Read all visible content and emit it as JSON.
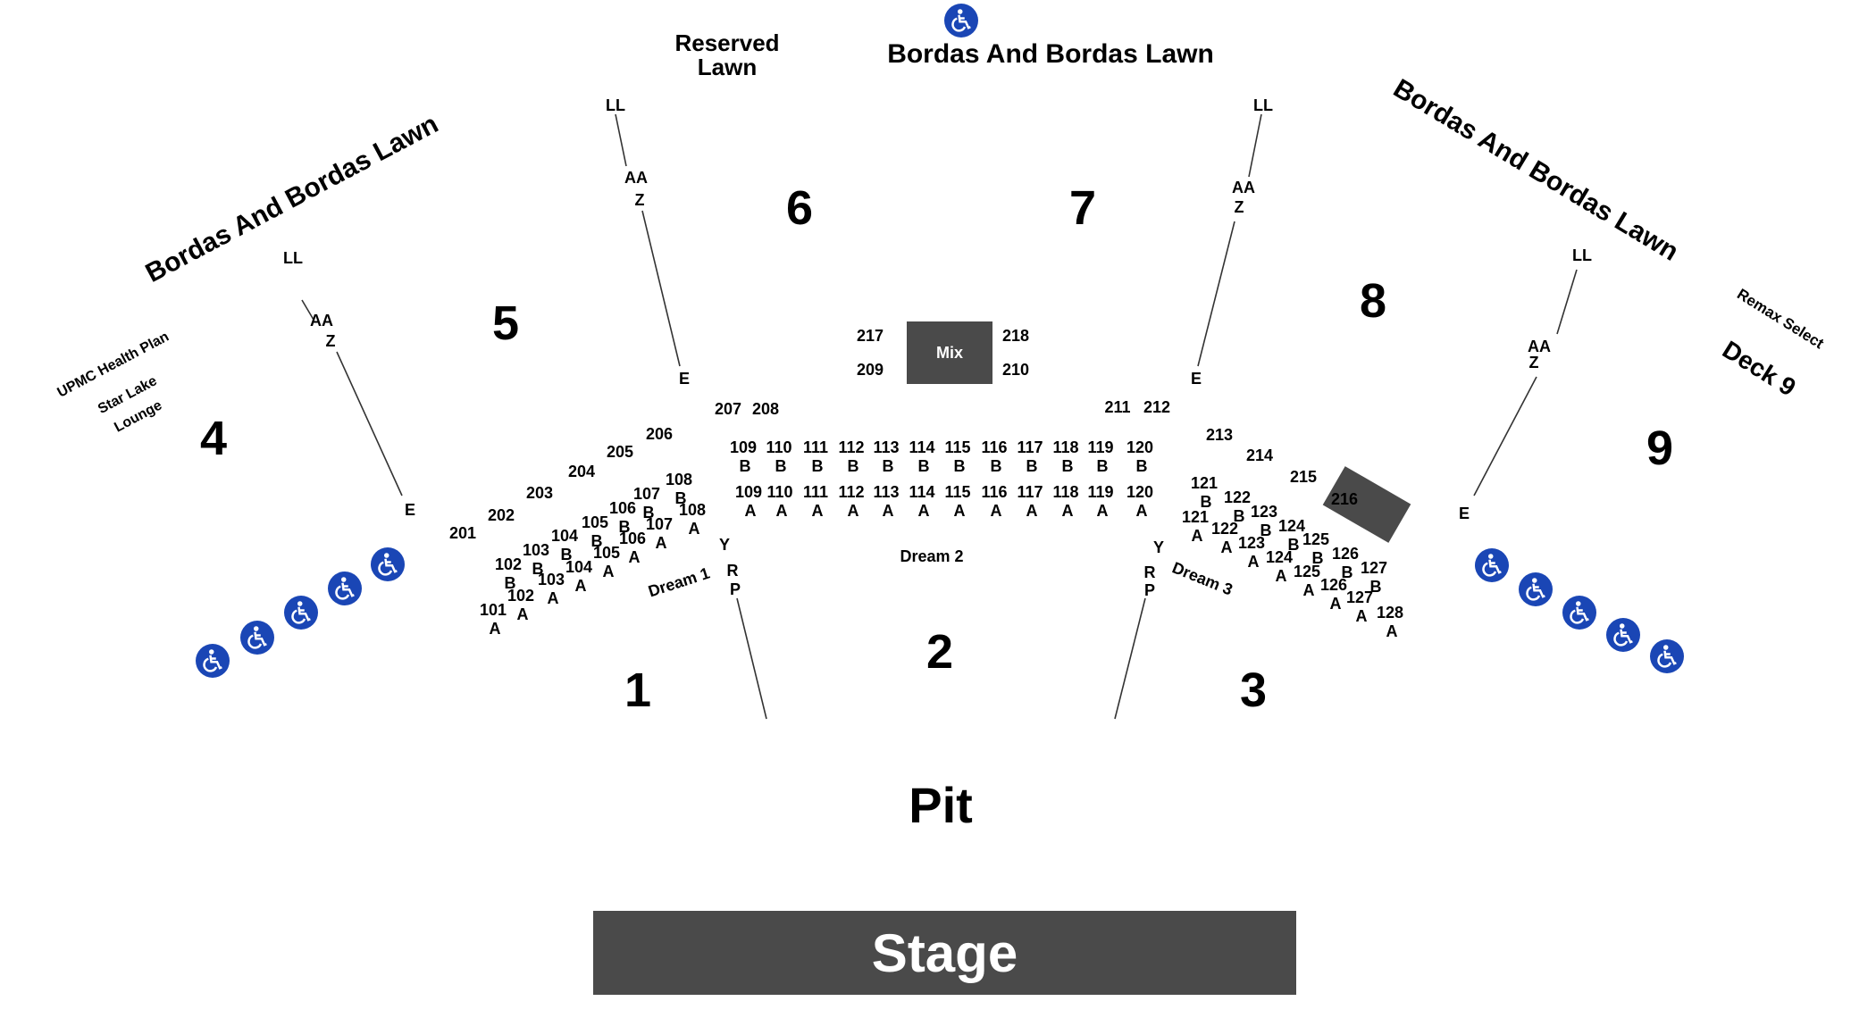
{
  "map": {
    "stage": "Stage",
    "pit": "Pit",
    "mix": "Mix",
    "sections": [
      "1",
      "2",
      "3",
      "4",
      "5",
      "6",
      "7",
      "8",
      "9"
    ],
    "lawns": {
      "reserved_line1": "Reserved",
      "reserved_line2": "Lawn",
      "bordas_top": "Bordas And Bordas Lawn",
      "bordas_left": "Bordas And Bordas Lawn",
      "bordas_right": "Bordas And Bordas Lawn"
    },
    "venue_labels": {
      "upmc": "UPMC Health Plan",
      "star_lake_line1": "Star Lake",
      "star_lake_line2": "Lounge",
      "remax": "Remax Select",
      "deck9": "Deck 9",
      "dream1": "Dream 1",
      "dream2": "Dream 2",
      "dream3": "Dream 3"
    },
    "boxes_200": [
      "201",
      "202",
      "203",
      "204",
      "205",
      "206",
      "207",
      "208",
      "209",
      "210",
      "211",
      "212",
      "213",
      "214",
      "215",
      "216",
      "217",
      "218"
    ],
    "rows": {
      "LL": "LL",
      "AA": "AA",
      "Z": "Z",
      "E": "E",
      "Y": "Y",
      "R": "R",
      "P": "P",
      "A": "A",
      "B": "B"
    },
    "boxes_100": [
      "101",
      "102",
      "103",
      "104",
      "105",
      "106",
      "107",
      "108",
      "109",
      "110",
      "111",
      "112",
      "113",
      "114",
      "115",
      "116",
      "117",
      "118",
      "119",
      "120",
      "121",
      "122",
      "123",
      "124",
      "125",
      "126",
      "127",
      "128"
    ],
    "accessibility_icon": "wheelchair-icon",
    "colors": {
      "block": "#4a4a4a",
      "accessible": "#1a46b5",
      "text": "#000000"
    }
  }
}
